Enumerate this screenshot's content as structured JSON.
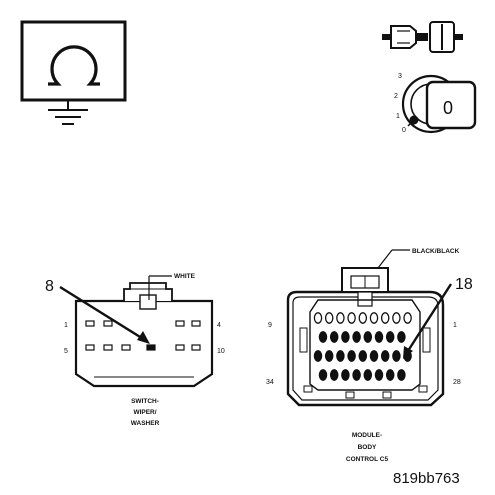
{
  "symbols": {
    "ohmmeter_icon": "ohmmeter-icon",
    "ground_icon": "ground-icon",
    "connector_disconnect_icon": "connector-disconnect-icon",
    "ignition_key_icon": "ignition-key-icon",
    "ignition_positions": [
      "3",
      "2",
      "1",
      "0"
    ],
    "ignition_key_label": "0"
  },
  "switch_connector": {
    "name_lines": [
      "SWITCH-",
      "WIPER/",
      "WASHER"
    ],
    "color_label": "WHITE",
    "pin_top_left": "1",
    "pin_top_right": "4",
    "pin_bottom_left": "5",
    "pin_bottom_right": "10",
    "callout_pin": "8"
  },
  "module_connector": {
    "name_lines": [
      "MODULE-",
      "BODY",
      "CONTROL C5"
    ],
    "color_label": "BLACK/BLACK",
    "pin_top_left": "9",
    "pin_top_right": "1",
    "pin_bottom_left": "34",
    "pin_bottom_right": "28",
    "callout_pin": "18"
  },
  "figure_id": "819bb763"
}
